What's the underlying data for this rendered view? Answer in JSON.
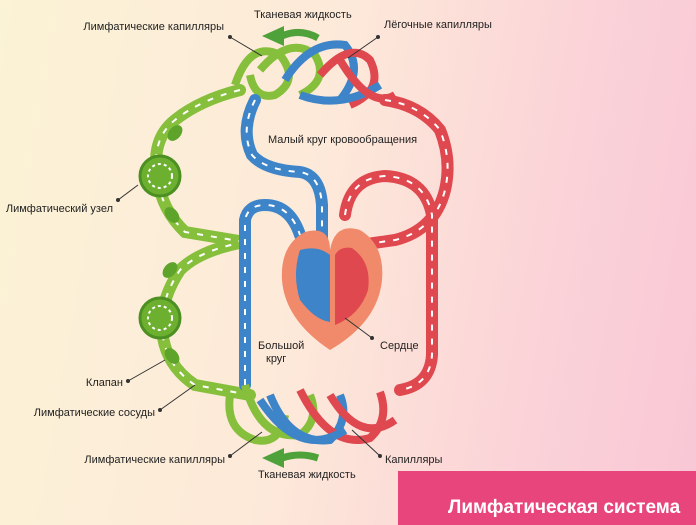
{
  "labels": {
    "tissue_fluid_top": "Тканевая жидкость",
    "lymph_capillaries_top": "Лимфатические капилляры",
    "lung_capillaries": "Лёгочные капилляры",
    "pulmonary_circulation": "Малый круг кровообращения",
    "lymph_node": "Лимфатический узел",
    "systemic_circulation_1": "Большой",
    "systemic_circulation_2": "круг",
    "heart": "Сердце",
    "valve": "Клапан",
    "lymph_vessels": "Лимфатические сосуды",
    "lymph_capillaries_bottom": "Лимфатические капилляры",
    "capillaries": "Капилляры",
    "tissue_fluid_bottom": "Тканевая жидкость"
  },
  "banner": {
    "title": "Лимфатическая система"
  },
  "colors": {
    "venous": "#3d84c8",
    "arterial": "#e04850",
    "lymph": "#86bf3c",
    "lymph_dark": "#5ea32a",
    "heart": "#f08a6a",
    "banner": "#e9457d",
    "flow_arrow": "#4fa13a"
  },
  "icons": [
    "flow-arrow-icon",
    "lymph-node-icon",
    "valve-icon",
    "heart-icon"
  ]
}
